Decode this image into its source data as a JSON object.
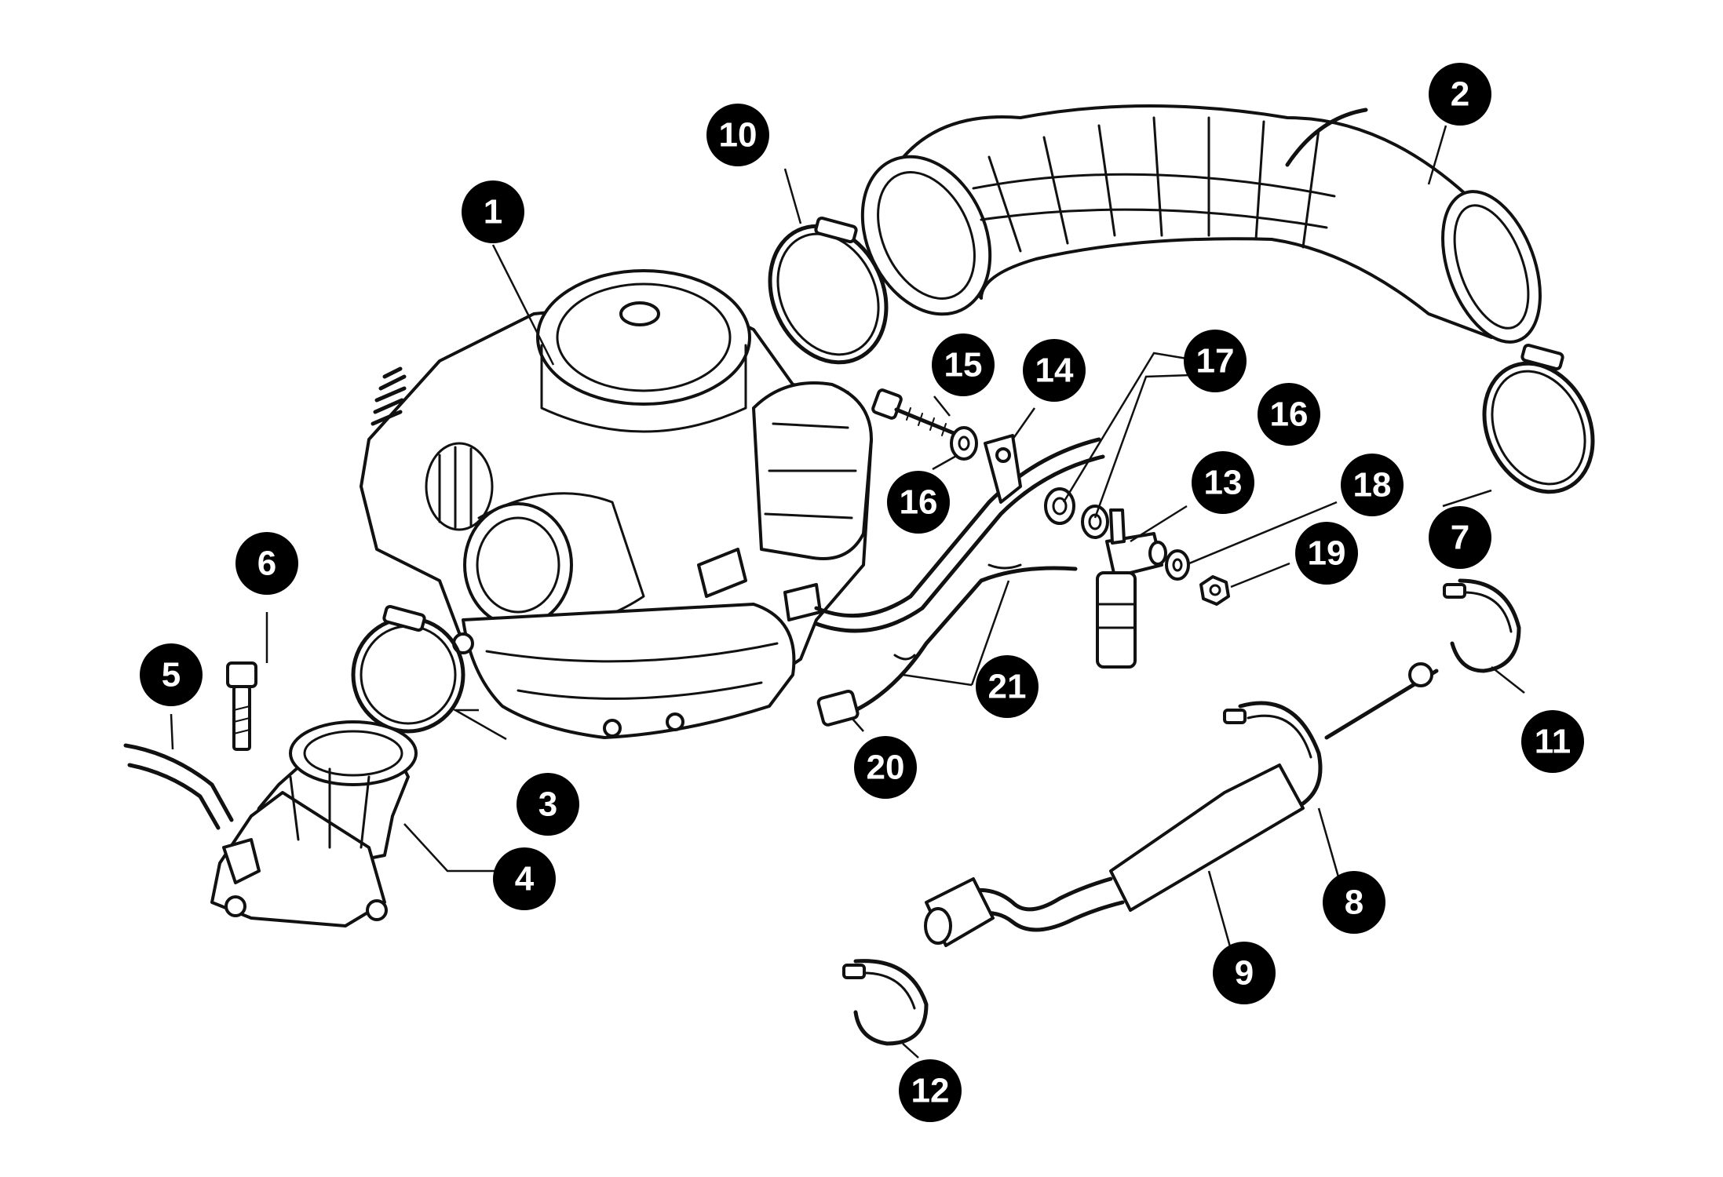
{
  "callouts": [
    "1",
    "2",
    "3",
    "4",
    "5",
    "6",
    "7",
    "8",
    "9",
    "10",
    "11",
    "12",
    "13",
    "14",
    "15",
    "16",
    "16",
    "17",
    "18",
    "19",
    "20",
    "21"
  ]
}
